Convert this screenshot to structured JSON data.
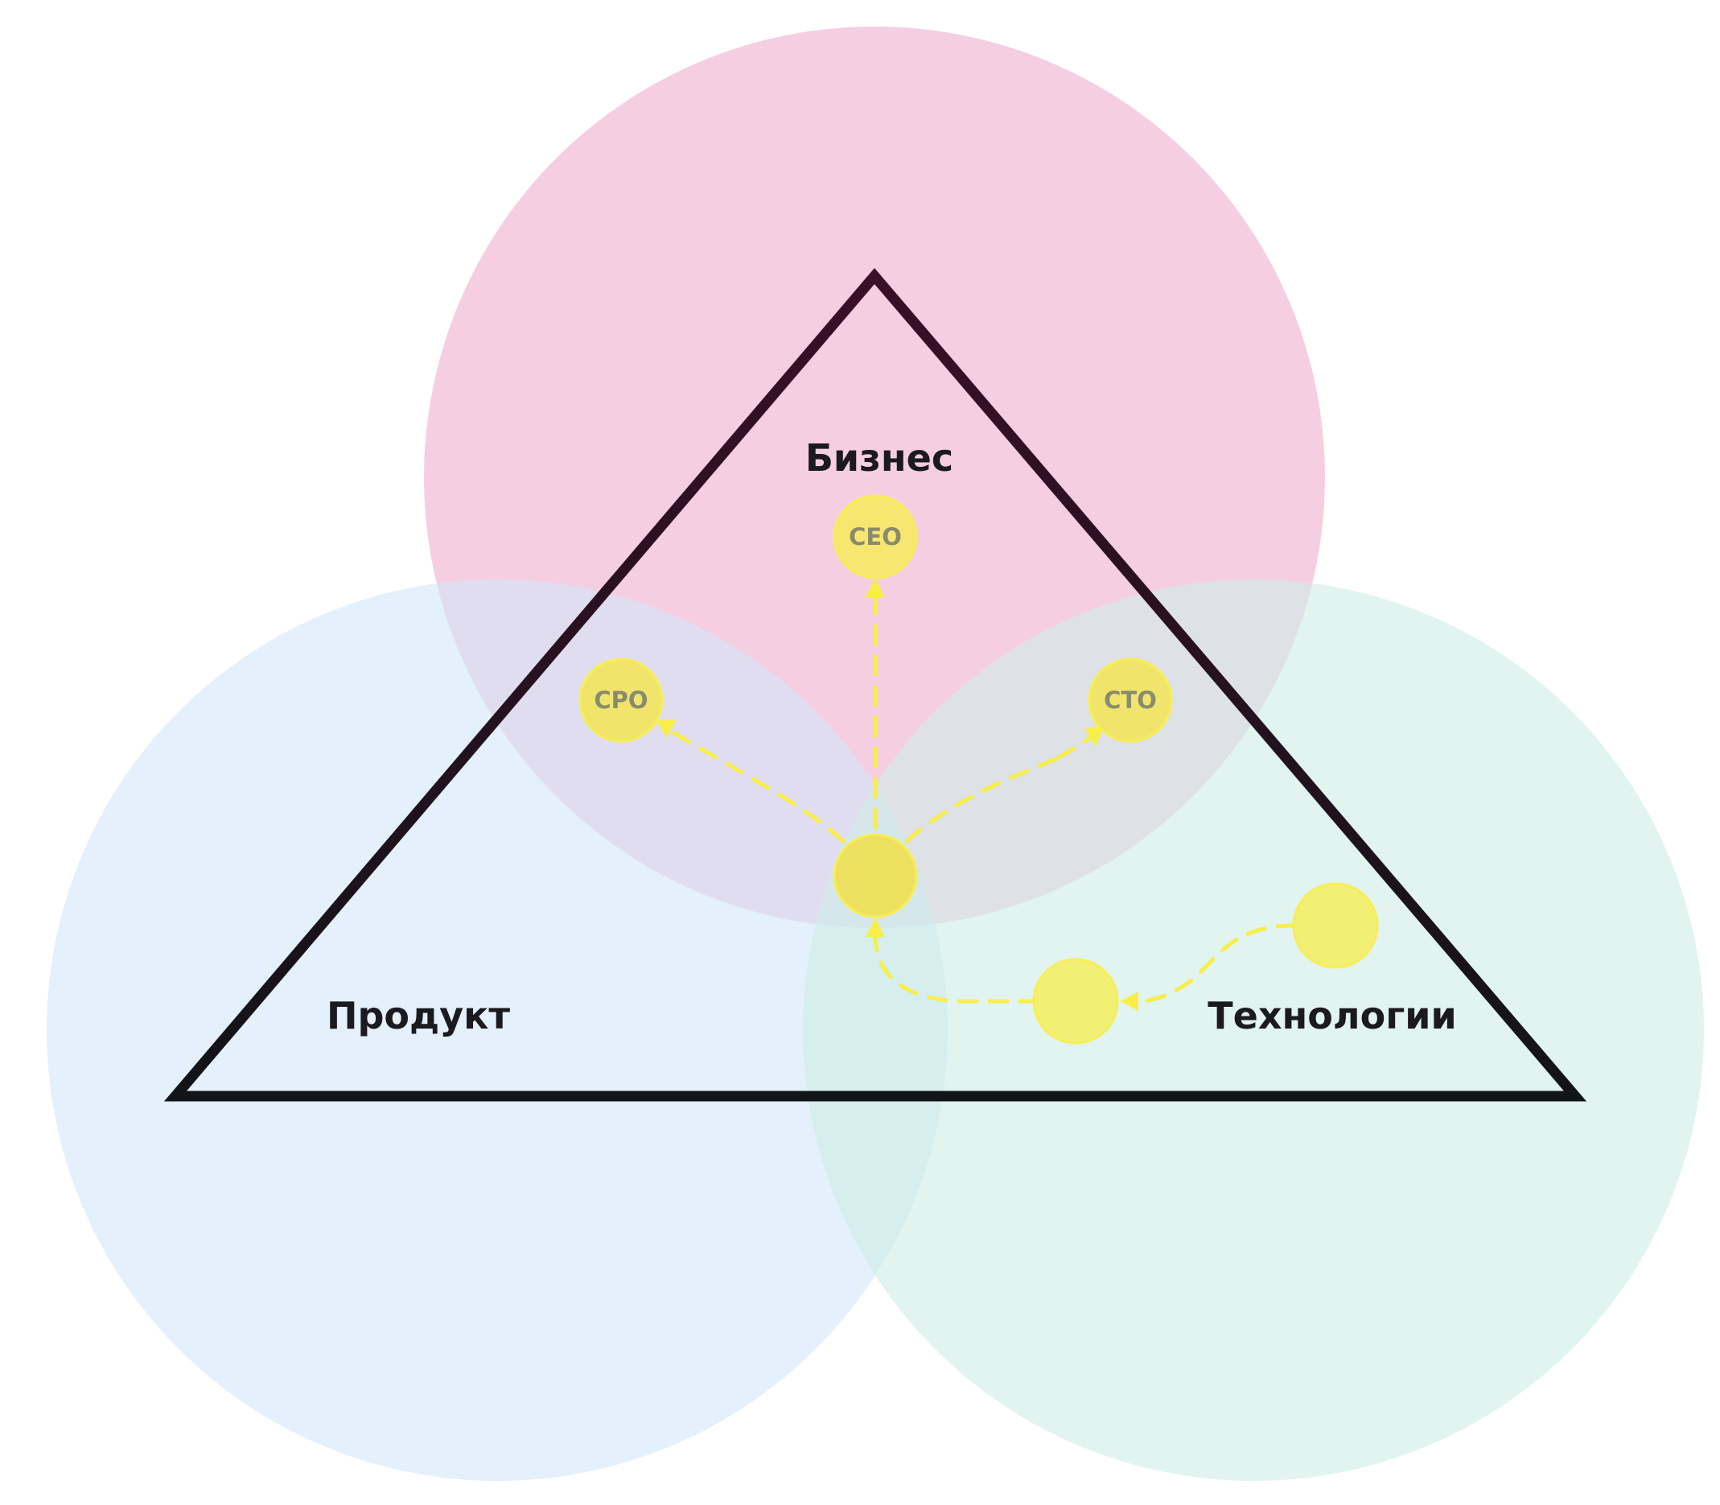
{
  "regions": {
    "business": {
      "label": "Бизнес",
      "color": "#f5cbe0"
    },
    "product": {
      "label": "Продукт",
      "color": "#d3e7fa"
    },
    "technology": {
      "label": "Технологии",
      "color": "#cfede6"
    }
  },
  "roles": {
    "ceo": {
      "label": "CEO"
    },
    "cpo": {
      "label": "CPO"
    },
    "cto": {
      "label": "CTO"
    }
  },
  "colors": {
    "triangle_stroke": "#141418",
    "node_fill": "#f5e96a",
    "node_stroke": "#f7ee55",
    "flow_line": "#f7ee4a"
  }
}
